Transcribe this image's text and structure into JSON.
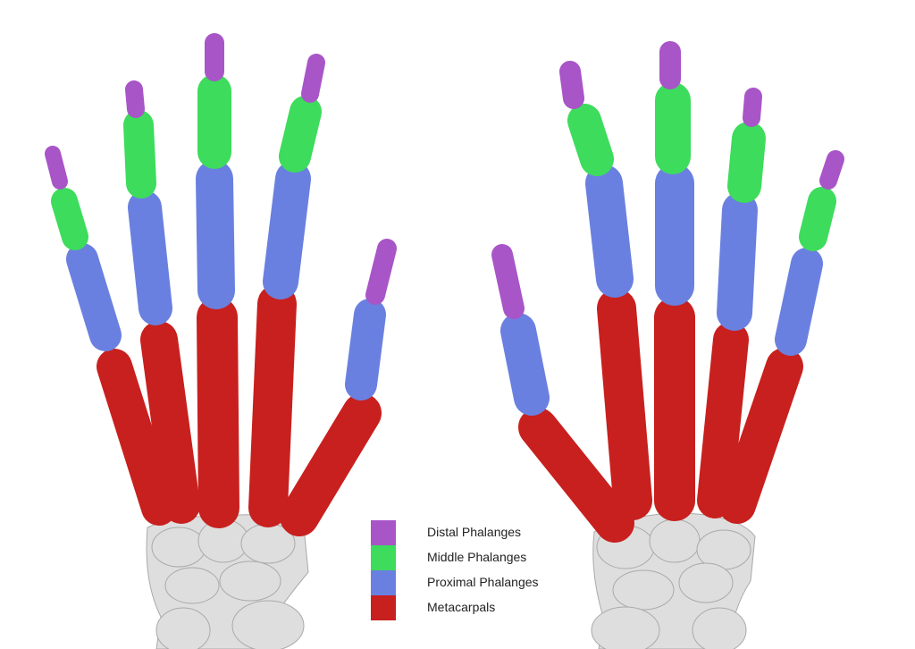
{
  "legend": [
    {
      "label": "Distal Phalanges",
      "color": "#a855c8"
    },
    {
      "label": "Middle Phalanges",
      "color": "#3ddc5c"
    },
    {
      "label": "Proximal Phalanges",
      "color": "#6a80e0"
    },
    {
      "label": "Metacarpals",
      "color": "#c8201e"
    }
  ],
  "colors": {
    "carpals": "#dedede"
  }
}
